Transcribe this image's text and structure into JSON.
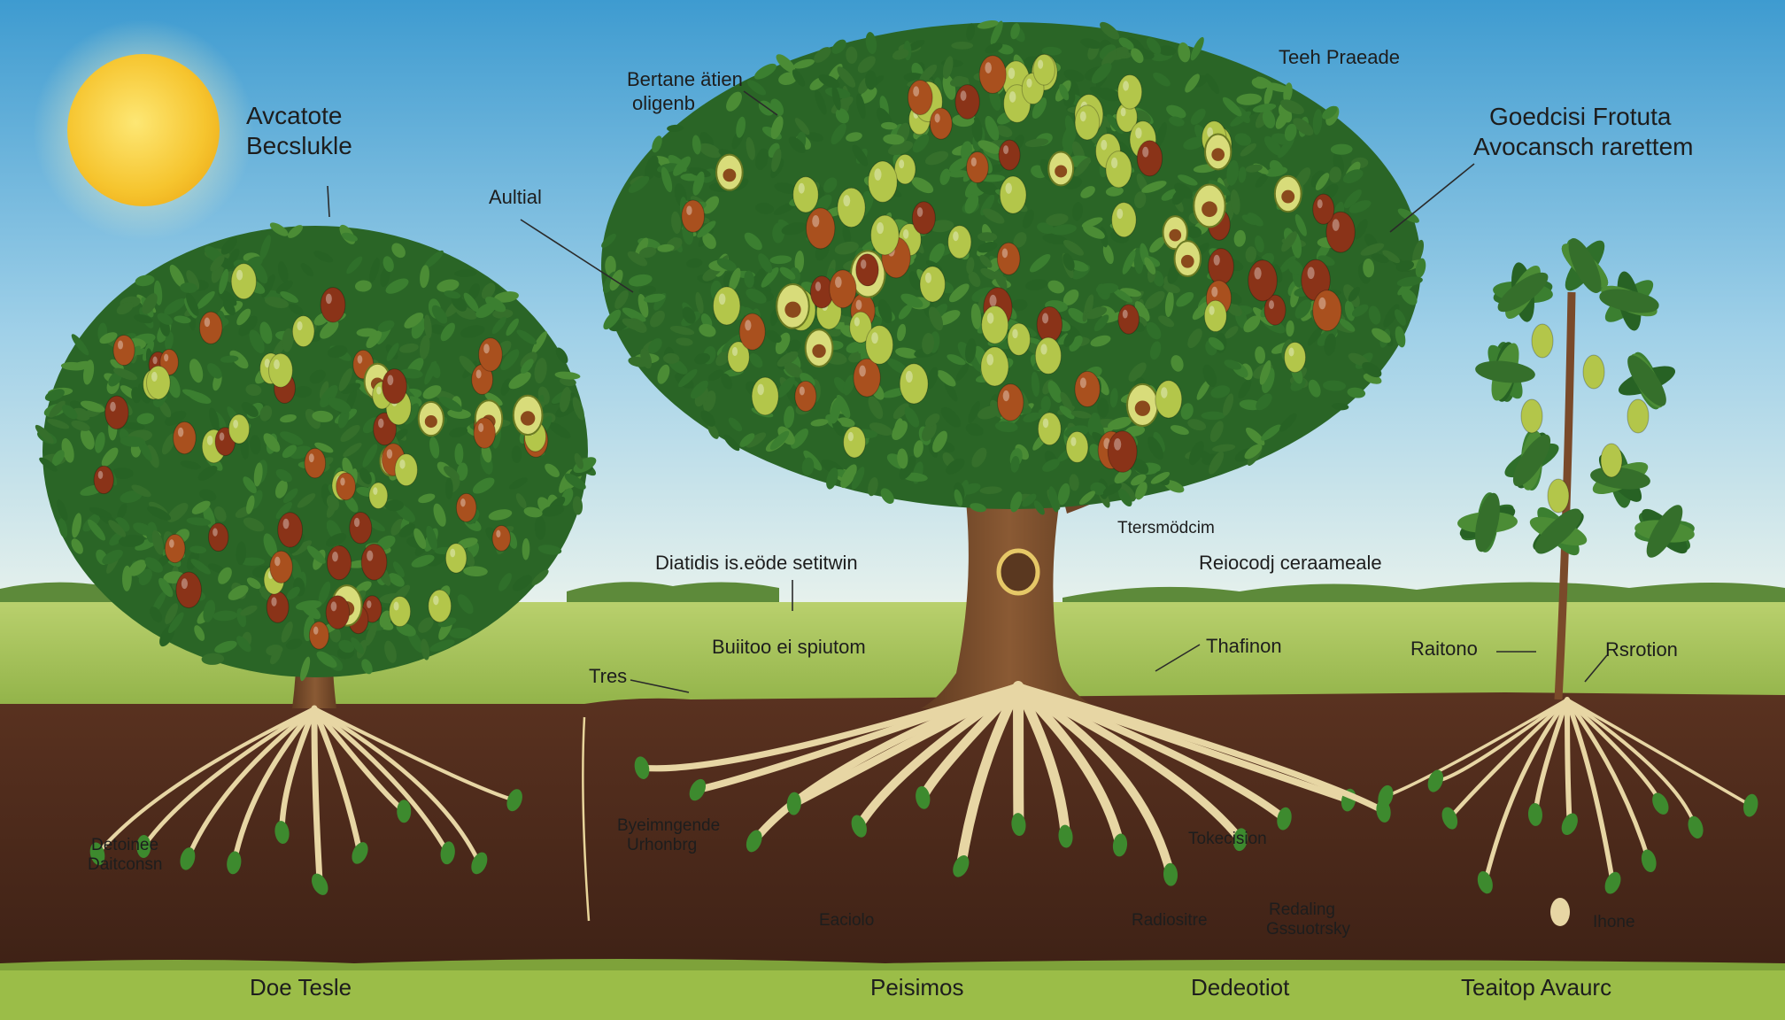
{
  "labels": {
    "title_left_line1": "Avcatote",
    "title_left_line2": "Becslukle",
    "top_left_line1": "Bertane ätien",
    "top_left_line2": "oligenb",
    "top_center": "Teeh Praeade",
    "top_right_line1": "Goedcisi Frotuta",
    "top_right_line2": "Avocansch rarettem",
    "aultial": "Aultial",
    "trunk_center": "Ttersmödcim",
    "left_ground": "Diatidis is.eöde setitwin",
    "right_ground": "Reiocodj ceraameale",
    "below_ground_center": "Buiitoo ei spiutom",
    "tres": "Tres",
    "thafinon": "Thafinon",
    "ralitono": "Raitono",
    "rsrotion": "Rsrotion",
    "left_under_line1": "Detoinee",
    "left_under_line2": "Daitconsn",
    "center_under_line1": "Byeimngende",
    "center_under_line2": "Urhonbrg",
    "tokecision": "Tokecision",
    "eaciolo": "Eaciolo",
    "radiositre": "Radiositre",
    "redaling_line1": "Redaling",
    "redaling_line2": "Gssuotrsky",
    "ihone": "Ihone"
  },
  "footer": {
    "left": "Doe Tesle",
    "center_left": "Peisimos",
    "center_right": "Dedeotiot",
    "right": "Teaitop Avaurc"
  },
  "colors": {
    "sky_top": "#3e9bd0",
    "sky_bottom": "#dcecf3",
    "grass": "#a6c25a",
    "soil": "#4f2b1c",
    "foliage": "#2f6f2a",
    "trunk": "#7a4a2a",
    "root": "#e7d6a4",
    "sun": "#f6c52f",
    "fruit_green": "#b3c64a",
    "fruit_brown": "#8a3318"
  }
}
